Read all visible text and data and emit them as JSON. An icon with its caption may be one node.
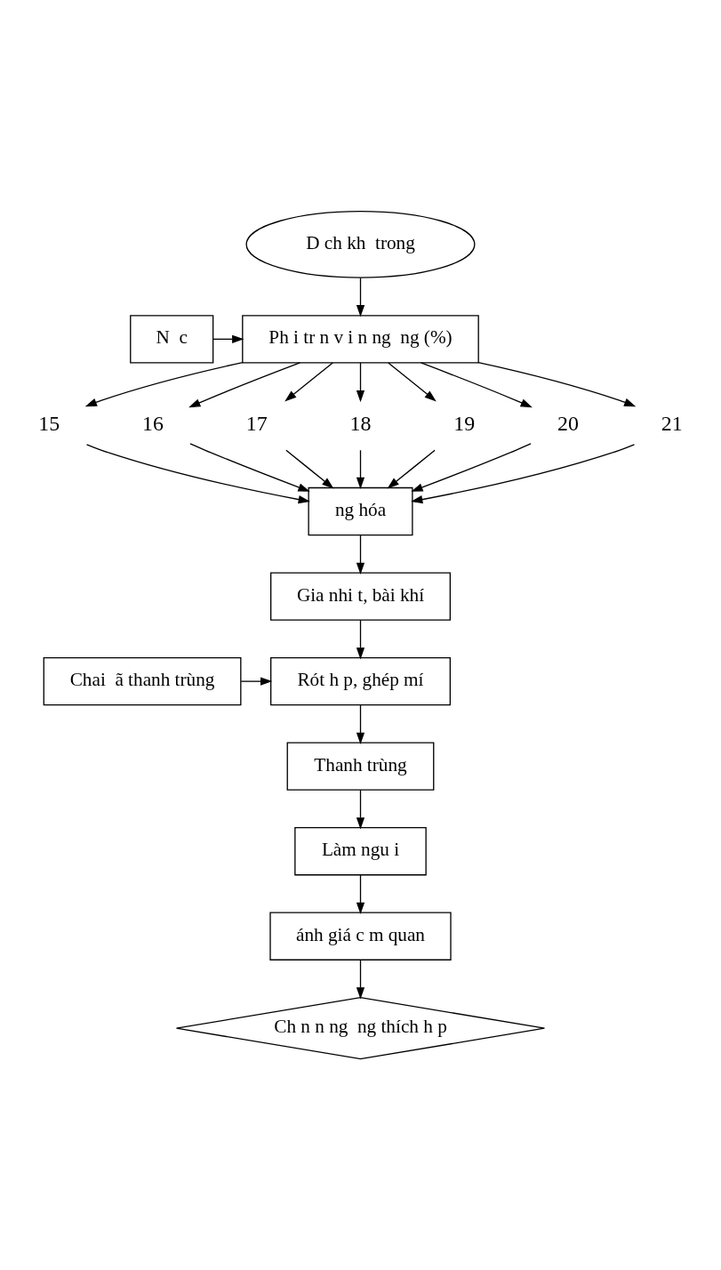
{
  "diagram": {
    "nodes": [
      {
        "text": [
          "D ch kh  trong"
        ]
      },
      {
        "text": [
          "N  c"
        ]
      },
      {
        "text": [
          "Ph i tr n v i n ng  ng (%)"
        ]
      },
      {
        "text": [
          "15"
        ]
      },
      {
        "text": [
          "16"
        ]
      },
      {
        "text": [
          "17"
        ]
      },
      {
        "text": [
          "18"
        ]
      },
      {
        "text": [
          "19"
        ]
      },
      {
        "text": [
          "20"
        ]
      },
      {
        "text": [
          "21"
        ]
      },
      {
        "text": [
          "ng hóa"
        ]
      },
      {
        "text": [
          "Gia nhi t, bài khí"
        ]
      },
      {
        "text": [
          "Chai  ã thanh trùng"
        ]
      },
      {
        "text": [
          "Rót h p, ghép mí"
        ]
      },
      {
        "text": [
          "Thanh trùng"
        ]
      },
      {
        "text": [
          "Làm ngu i"
        ]
      },
      {
        "text": [
          "ánh giá c m quan"
        ]
      },
      {
        "text": [
          "Ch n n ng  ng thích h p"
        ]
      }
    ],
    "edges": [
      {
        "from": 0,
        "to": 2,
        "arrow": "to"
      },
      {
        "from": 1,
        "to": 2,
        "arrow": "to"
      },
      {
        "from": 2,
        "to": 3,
        "arrow": "to"
      },
      {
        "from": 2,
        "to": 4,
        "arrow": "to"
      },
      {
        "from": 2,
        "to": 5,
        "arrow": "to"
      },
      {
        "from": 2,
        "to": 6,
        "arrow": "to"
      },
      {
        "from": 2,
        "to": 7,
        "arrow": "to"
      },
      {
        "from": 2,
        "to": 8,
        "arrow": "to"
      },
      {
        "from": 2,
        "to": 9,
        "arrow": "to"
      },
      {
        "from": 3,
        "to": 10,
        "arrow": "to"
      },
      {
        "from": 4,
        "to": 10,
        "arrow": "to"
      },
      {
        "from": 5,
        "to": 10,
        "arrow": "to"
      },
      {
        "from": 6,
        "to": 10,
        "arrow": "to"
      },
      {
        "from": 7,
        "to": 10,
        "arrow": "to"
      },
      {
        "from": 8,
        "to": 10,
        "arrow": "to"
      },
      {
        "from": 9,
        "to": 10,
        "arrow": "to"
      },
      {
        "from": 10,
        "to": 11,
        "arrow": "to"
      },
      {
        "from": 11,
        "to": 13,
        "arrow": "to"
      },
      {
        "from": 12,
        "to": 13,
        "arrow": "to"
      },
      {
        "from": 13,
        "to": 14,
        "arrow": "to"
      },
      {
        "from": 14,
        "to": 15,
        "arrow": "to"
      },
      {
        "from": 15,
        "to": 16,
        "arrow": "to"
      },
      {
        "from": 16,
        "to": 17,
        "arrow": "to"
      }
    ]
  }
}
